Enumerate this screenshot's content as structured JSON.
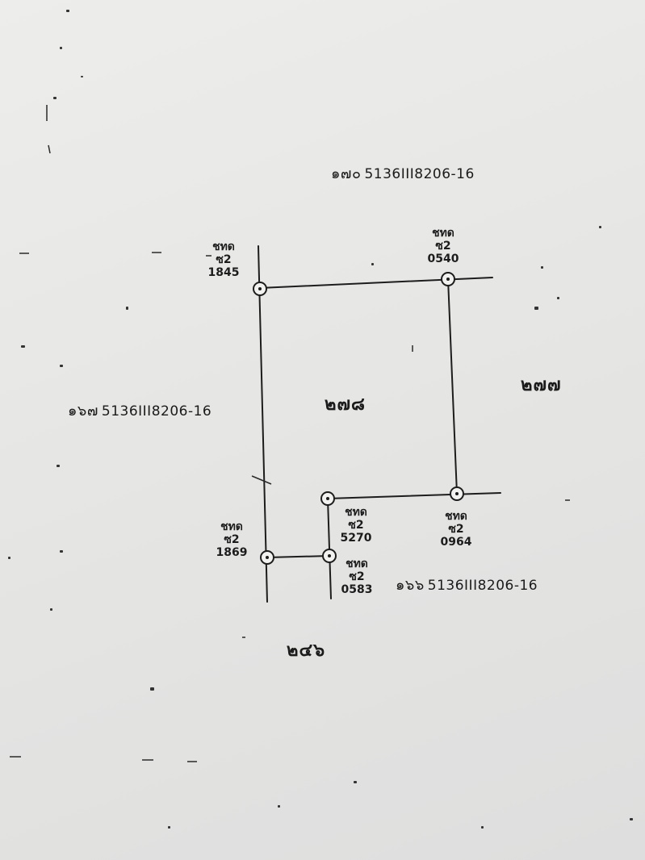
{
  "sheet_labels": {
    "north": {
      "parcel": "๑๗๐",
      "sheet": "5136III8206-16"
    },
    "west": {
      "parcel": "๑๖๗",
      "sheet": "5136III8206-16"
    },
    "south_east": {
      "parcel": "๑๖๖",
      "sheet": "5136III8206-16"
    }
  },
  "parcels": {
    "main": "๒๗๘",
    "east": "๒๗๗",
    "south": "๒๔๖"
  },
  "markers": [
    {
      "id": "nw",
      "code": "ชทด",
      "series": "ซ2",
      "number": "1845"
    },
    {
      "id": "ne",
      "code": "ชทด",
      "series": "ซ2",
      "number": "0540"
    },
    {
      "id": "inner",
      "code": "ชทด",
      "series": "ซ2",
      "number": "5270"
    },
    {
      "id": "se",
      "code": "ชทด",
      "series": "ซ2",
      "number": "0964"
    },
    {
      "id": "sw",
      "code": "ชทด",
      "series": "ซ2",
      "number": "1869"
    },
    {
      "id": "s",
      "code": "ชทด",
      "series": "ซ2",
      "number": "0583"
    }
  ],
  "colors": {
    "paper": "#e9e9e7",
    "ink": "#1b1b1b"
  }
}
